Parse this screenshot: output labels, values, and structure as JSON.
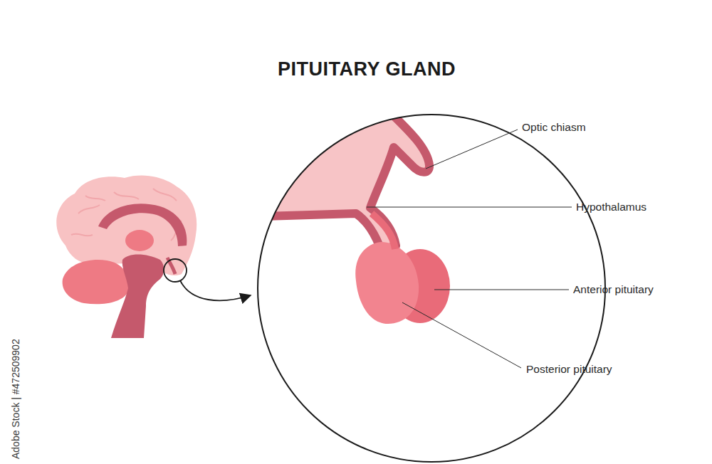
{
  "diagram": {
    "title": "PITUITARY GLAND",
    "labels": [
      "Optic chiasm",
      "Hypothalamus",
      "Anterior pituitary",
      "Posterior pituitary",
      "Adobe Stock | #472509902"
    ]
  }
}
